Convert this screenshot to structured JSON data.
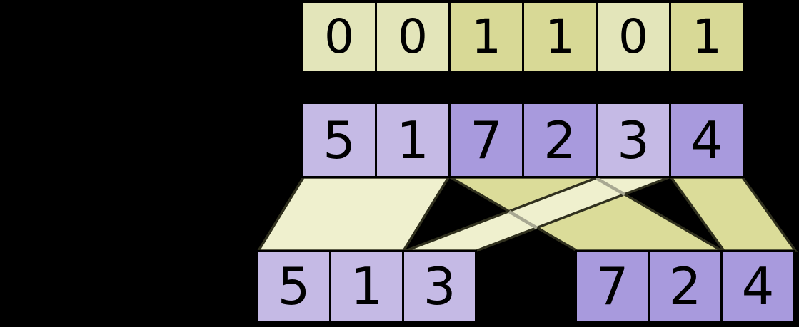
{
  "colors": {
    "background": "#000000",
    "cell_border": "#000000",
    "digit_color": "#000000",
    "cell_yellow_light": "#e3e5ba",
    "cell_yellow_dark": "#d8d996",
    "cell_purple_light": "#c5bae5",
    "cell_purple_dark": "#a89add",
    "band_light": "#eff0ce",
    "band_dark": "#dbdc99",
    "band_outline": "#30301e",
    "hidden_edge_gray": "#a8a892"
  },
  "mask_row": {
    "cells": [
      {
        "value": "0",
        "tone": "light"
      },
      {
        "value": "0",
        "tone": "light"
      },
      {
        "value": "1",
        "tone": "dark"
      },
      {
        "value": "1",
        "tone": "dark"
      },
      {
        "value": "0",
        "tone": "light"
      },
      {
        "value": "1",
        "tone": "dark"
      }
    ]
  },
  "input_row": {
    "cells": [
      {
        "value": "5",
        "tone": "light"
      },
      {
        "value": "1",
        "tone": "light"
      },
      {
        "value": "7",
        "tone": "dark"
      },
      {
        "value": "2",
        "tone": "dark"
      },
      {
        "value": "3",
        "tone": "light"
      },
      {
        "value": "4",
        "tone": "dark"
      }
    ]
  },
  "output_left": {
    "cells": [
      {
        "value": "5",
        "tone": "light"
      },
      {
        "value": "1",
        "tone": "light"
      },
      {
        "value": "3",
        "tone": "light"
      }
    ]
  },
  "output_right": {
    "cells": [
      {
        "value": "7",
        "tone": "dark"
      },
      {
        "value": "2",
        "tone": "dark"
      },
      {
        "value": "4",
        "tone": "dark"
      }
    ]
  }
}
